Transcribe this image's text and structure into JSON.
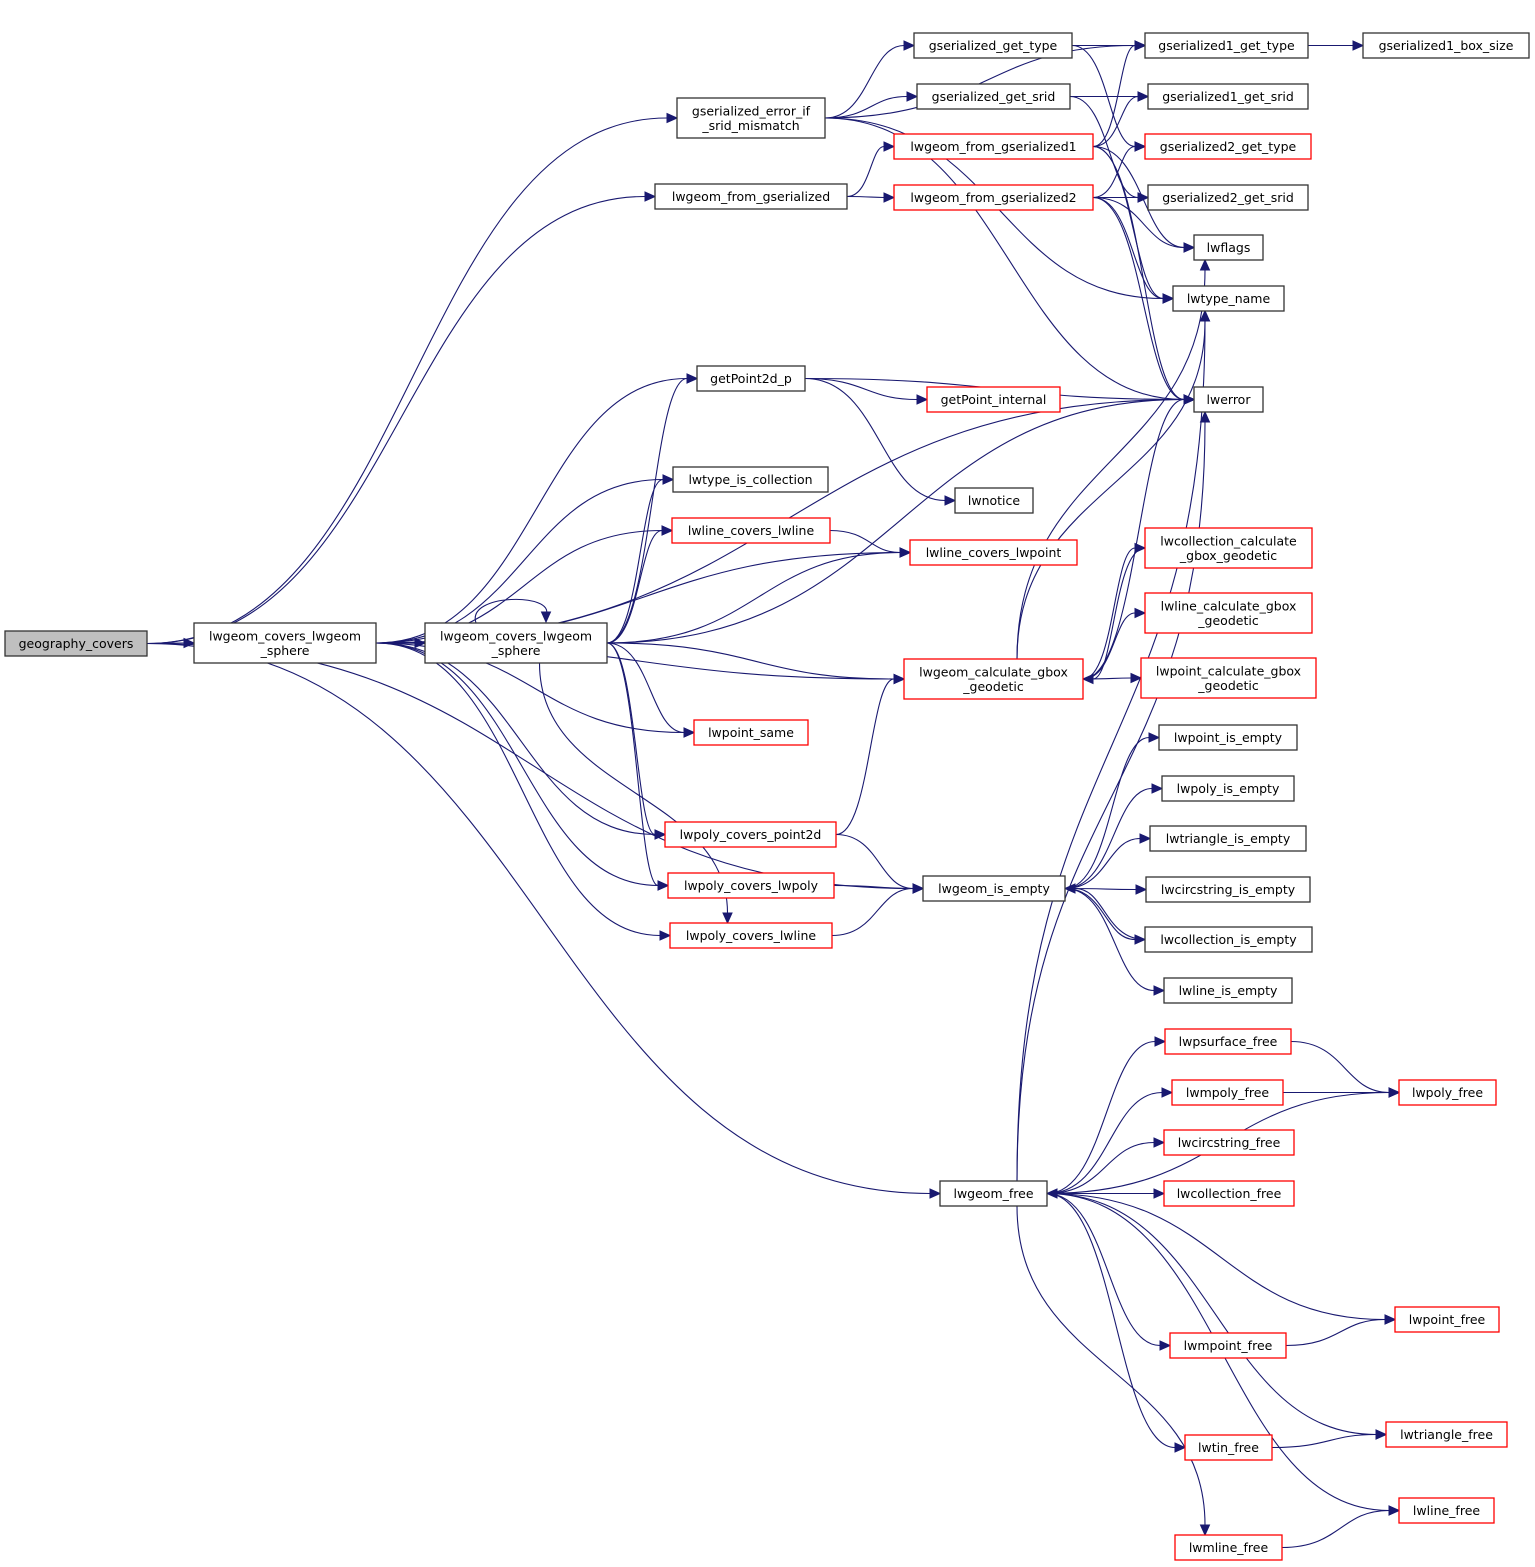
{
  "diagram": {
    "type": "call-graph",
    "title": "geography_covers call graph",
    "colors": {
      "edge": "#191970",
      "node_border_documented": "#000000",
      "node_border_undocumented": "#ff0000",
      "root_fill": "#bfbfbf",
      "node_fill": "#ffffff"
    },
    "nodes": [
      {
        "id": "geography_covers",
        "lines": [
          "geography_covers"
        ],
        "style": "root"
      },
      {
        "id": "lwgeom_covers_lwgeom_sphere_a",
        "lines": [
          "lwgeom_covers_lwgeom",
          "_sphere"
        ],
        "style": "normal"
      },
      {
        "id": "lwgeom_covers_lwgeom_sphere_b",
        "lines": [
          "lwgeom_covers_lwgeom",
          "_sphere"
        ],
        "style": "normal"
      },
      {
        "id": "gserialized_error_if_srid_mismatch",
        "lines": [
          "gserialized_error_if",
          "_srid_mismatch"
        ],
        "style": "normal"
      },
      {
        "id": "lwgeom_from_gserialized",
        "lines": [
          "lwgeom_from_gserialized"
        ],
        "style": "normal"
      },
      {
        "id": "gserialized_get_type",
        "lines": [
          "gserialized_get_type"
        ],
        "style": "normal"
      },
      {
        "id": "gserialized_get_srid",
        "lines": [
          "gserialized_get_srid"
        ],
        "style": "normal"
      },
      {
        "id": "lwgeom_from_gserialized1",
        "lines": [
          "lwgeom_from_gserialized1"
        ],
        "style": "red"
      },
      {
        "id": "lwgeom_from_gserialized2",
        "lines": [
          "lwgeom_from_gserialized2"
        ],
        "style": "red"
      },
      {
        "id": "gserialized1_get_type",
        "lines": [
          "gserialized1_get_type"
        ],
        "style": "normal"
      },
      {
        "id": "gserialized1_box_size",
        "lines": [
          "gserialized1_box_size"
        ],
        "style": "normal"
      },
      {
        "id": "gserialized1_get_srid",
        "lines": [
          "gserialized1_get_srid"
        ],
        "style": "normal"
      },
      {
        "id": "gserialized2_get_type",
        "lines": [
          "gserialized2_get_type"
        ],
        "style": "red"
      },
      {
        "id": "gserialized2_get_srid",
        "lines": [
          "gserialized2_get_srid"
        ],
        "style": "normal"
      },
      {
        "id": "lwflags",
        "lines": [
          "lwflags"
        ],
        "style": "normal"
      },
      {
        "id": "lwtype_name",
        "lines": [
          "lwtype_name"
        ],
        "style": "normal"
      },
      {
        "id": "lwerror",
        "lines": [
          "lwerror"
        ],
        "style": "normal"
      },
      {
        "id": "getPoint2d_p",
        "lines": [
          "getPoint2d_p"
        ],
        "style": "normal"
      },
      {
        "id": "getPoint_internal",
        "lines": [
          "getPoint_internal"
        ],
        "style": "red"
      },
      {
        "id": "lwnotice",
        "lines": [
          "lwnotice"
        ],
        "style": "normal"
      },
      {
        "id": "lwtype_is_collection",
        "lines": [
          "lwtype_is_collection"
        ],
        "style": "normal"
      },
      {
        "id": "lwline_covers_lwline",
        "lines": [
          "lwline_covers_lwline"
        ],
        "style": "red"
      },
      {
        "id": "lwline_covers_lwpoint",
        "lines": [
          "lwline_covers_lwpoint"
        ],
        "style": "red"
      },
      {
        "id": "lwcollection_calculate_gbox_geodetic",
        "lines": [
          "lwcollection_calculate",
          "_gbox_geodetic"
        ],
        "style": "red"
      },
      {
        "id": "lwline_calculate_gbox_geodetic",
        "lines": [
          "lwline_calculate_gbox",
          "_geodetic"
        ],
        "style": "red"
      },
      {
        "id": "lwgeom_calculate_gbox_geodetic",
        "lines": [
          "lwgeom_calculate_gbox",
          "_geodetic"
        ],
        "style": "red"
      },
      {
        "id": "lwpoint_calculate_gbox_geodetic",
        "lines": [
          "lwpoint_calculate_gbox",
          "_geodetic"
        ],
        "style": "red"
      },
      {
        "id": "lwpoint_same",
        "lines": [
          "lwpoint_same"
        ],
        "style": "red"
      },
      {
        "id": "lwpoint_is_empty",
        "lines": [
          "lwpoint_is_empty"
        ],
        "style": "normal"
      },
      {
        "id": "lwpoly_is_empty",
        "lines": [
          "lwpoly_is_empty"
        ],
        "style": "normal"
      },
      {
        "id": "lwpoly_covers_point2d",
        "lines": [
          "lwpoly_covers_point2d"
        ],
        "style": "red"
      },
      {
        "id": "lwtriangle_is_empty",
        "lines": [
          "lwtriangle_is_empty"
        ],
        "style": "normal"
      },
      {
        "id": "lwpoly_covers_lwpoly",
        "lines": [
          "lwpoly_covers_lwpoly"
        ],
        "style": "red"
      },
      {
        "id": "lwgeom_is_empty",
        "lines": [
          "lwgeom_is_empty"
        ],
        "style": "normal"
      },
      {
        "id": "lwcircstring_is_empty",
        "lines": [
          "lwcircstring_is_empty"
        ],
        "style": "normal"
      },
      {
        "id": "lwpoly_covers_lwline",
        "lines": [
          "lwpoly_covers_lwline"
        ],
        "style": "red"
      },
      {
        "id": "lwcollection_is_empty",
        "lines": [
          "lwcollection_is_empty"
        ],
        "style": "normal"
      },
      {
        "id": "lwline_is_empty",
        "lines": [
          "lwline_is_empty"
        ],
        "style": "normal"
      },
      {
        "id": "lwpsurface_free",
        "lines": [
          "lwpsurface_free"
        ],
        "style": "red"
      },
      {
        "id": "lwmpoly_free",
        "lines": [
          "lwmpoly_free"
        ],
        "style": "red"
      },
      {
        "id": "lwpoly_free",
        "lines": [
          "lwpoly_free"
        ],
        "style": "red"
      },
      {
        "id": "lwcircstring_free",
        "lines": [
          "lwcircstring_free"
        ],
        "style": "red"
      },
      {
        "id": "lwgeom_free",
        "lines": [
          "lwgeom_free"
        ],
        "style": "normal"
      },
      {
        "id": "lwcollection_free",
        "lines": [
          "lwcollection_free"
        ],
        "style": "red"
      },
      {
        "id": "lwpoint_free",
        "lines": [
          "lwpoint_free"
        ],
        "style": "red"
      },
      {
        "id": "lwmpoint_free",
        "lines": [
          "lwmpoint_free"
        ],
        "style": "red"
      },
      {
        "id": "lwtriangle_free",
        "lines": [
          "lwtriangle_free"
        ],
        "style": "red"
      },
      {
        "id": "lwtin_free",
        "lines": [
          "lwtin_free"
        ],
        "style": "red"
      },
      {
        "id": "lwline_free",
        "lines": [
          "lwline_free"
        ],
        "style": "red"
      },
      {
        "id": "lwmline_free",
        "lines": [
          "lwmline_free"
        ],
        "style": "red"
      }
    ],
    "edges": [
      [
        "geography_covers",
        "gserialized_error_if_srid_mismatch"
      ],
      [
        "geography_covers",
        "lwgeom_from_gserialized"
      ],
      [
        "geography_covers",
        "lwgeom_covers_lwgeom_sphere_a"
      ],
      [
        "geography_covers",
        "lwgeom_is_empty"
      ],
      [
        "geography_covers",
        "lwgeom_free"
      ],
      [
        "gserialized_error_if_srid_mismatch",
        "gserialized_get_type"
      ],
      [
        "gserialized_error_if_srid_mismatch",
        "gserialized_get_srid"
      ],
      [
        "gserialized_error_if_srid_mismatch",
        "gserialized1_get_type"
      ],
      [
        "gserialized_error_if_srid_mismatch",
        "lwtype_name"
      ],
      [
        "gserialized_error_if_srid_mismatch",
        "lwerror"
      ],
      [
        "gserialized_get_type",
        "gserialized1_get_type"
      ],
      [
        "gserialized_get_type",
        "gserialized2_get_type"
      ],
      [
        "gserialized_get_srid",
        "gserialized1_get_srid"
      ],
      [
        "gserialized_get_srid",
        "gserialized2_get_srid"
      ],
      [
        "gserialized1_get_type",
        "gserialized1_box_size"
      ],
      [
        "lwgeom_from_gserialized",
        "lwgeom_from_gserialized1"
      ],
      [
        "lwgeom_from_gserialized",
        "lwgeom_from_gserialized2"
      ],
      [
        "lwgeom_from_gserialized1",
        "gserialized1_get_type"
      ],
      [
        "lwgeom_from_gserialized1",
        "gserialized1_get_srid"
      ],
      [
        "lwgeom_from_gserialized1",
        "lwflags"
      ],
      [
        "lwgeom_from_gserialized1",
        "lwtype_name"
      ],
      [
        "lwgeom_from_gserialized1",
        "lwerror"
      ],
      [
        "lwgeom_from_gserialized2",
        "gserialized2_get_type"
      ],
      [
        "lwgeom_from_gserialized2",
        "gserialized2_get_srid"
      ],
      [
        "lwgeom_from_gserialized2",
        "lwflags"
      ],
      [
        "lwgeom_from_gserialized2",
        "lwtype_name"
      ],
      [
        "lwgeom_from_gserialized2",
        "lwerror"
      ],
      [
        "lwgeom_covers_lwgeom_sphere_a",
        "lwgeom_covers_lwgeom_sphere_b"
      ],
      [
        "lwgeom_covers_lwgeom_sphere_a",
        "getPoint2d_p"
      ],
      [
        "lwgeom_covers_lwgeom_sphere_a",
        "lwtype_is_collection"
      ],
      [
        "lwgeom_covers_lwgeom_sphere_a",
        "lwline_covers_lwline"
      ],
      [
        "lwgeom_covers_lwgeom_sphere_a",
        "lwline_covers_lwpoint"
      ],
      [
        "lwgeom_covers_lwgeom_sphere_a",
        "lwerror"
      ],
      [
        "lwgeom_covers_lwgeom_sphere_a",
        "lwpoint_same"
      ],
      [
        "lwgeom_covers_lwgeom_sphere_a",
        "lwgeom_calculate_gbox_geodetic"
      ],
      [
        "lwgeom_covers_lwgeom_sphere_a",
        "lwpoly_covers_point2d"
      ],
      [
        "lwgeom_covers_lwgeom_sphere_a",
        "lwpoly_covers_lwpoly"
      ],
      [
        "lwgeom_covers_lwgeom_sphere_a",
        "lwpoly_covers_lwline"
      ],
      [
        "lwgeom_covers_lwgeom_sphere_b",
        "lwgeom_covers_lwgeom_sphere_b"
      ],
      [
        "lwgeom_covers_lwgeom_sphere_b",
        "getPoint2d_p"
      ],
      [
        "lwgeom_covers_lwgeom_sphere_b",
        "lwtype_is_collection"
      ],
      [
        "lwgeom_covers_lwgeom_sphere_b",
        "lwline_covers_lwline"
      ],
      [
        "lwgeom_covers_lwgeom_sphere_b",
        "lwline_covers_lwpoint"
      ],
      [
        "lwgeom_covers_lwgeom_sphere_b",
        "lwerror"
      ],
      [
        "lwgeom_covers_lwgeom_sphere_b",
        "lwgeom_calculate_gbox_geodetic"
      ],
      [
        "lwgeom_covers_lwgeom_sphere_b",
        "lwpoint_same"
      ],
      [
        "lwgeom_covers_lwgeom_sphere_b",
        "lwpoly_covers_point2d"
      ],
      [
        "lwgeom_covers_lwgeom_sphere_b",
        "lwpoly_covers_lwpoly"
      ],
      [
        "lwgeom_covers_lwgeom_sphere_b",
        "lwpoly_covers_lwline"
      ],
      [
        "getPoint2d_p",
        "getPoint_internal"
      ],
      [
        "getPoint2d_p",
        "lwnotice"
      ],
      [
        "getPoint2d_p",
        "lwerror"
      ],
      [
        "lwline_covers_lwline",
        "lwline_covers_lwpoint"
      ],
      [
        "lwgeom_calculate_gbox_geodetic",
        "lwcollection_calculate_gbox_geodetic"
      ],
      [
        "lwgeom_calculate_gbox_geodetic",
        "lwline_calculate_gbox_geodetic"
      ],
      [
        "lwgeom_calculate_gbox_geodetic",
        "lwpoint_calculate_gbox_geodetic"
      ],
      [
        "lwgeom_calculate_gbox_geodetic",
        "lwtype_name"
      ],
      [
        "lwgeom_calculate_gbox_geodetic",
        "lwerror"
      ],
      [
        "lwgeom_calculate_gbox_geodetic",
        "lwflags"
      ],
      [
        "lwcollection_calculate_gbox_geodetic",
        "lwgeom_calculate_gbox_geodetic"
      ],
      [
        "lwpoly_covers_point2d",
        "lwgeom_calculate_gbox_geodetic"
      ],
      [
        "lwpoly_covers_point2d",
        "lwgeom_is_empty"
      ],
      [
        "lwpoly_covers_lwpoly",
        "lwgeom_is_empty"
      ],
      [
        "lwpoly_covers_lwline",
        "lwgeom_is_empty"
      ],
      [
        "lwgeom_is_empty",
        "lwpoint_is_empty"
      ],
      [
        "lwgeom_is_empty",
        "lwpoly_is_empty"
      ],
      [
        "lwgeom_is_empty",
        "lwtriangle_is_empty"
      ],
      [
        "lwgeom_is_empty",
        "lwcircstring_is_empty"
      ],
      [
        "lwgeom_is_empty",
        "lwcollection_is_empty"
      ],
      [
        "lwgeom_is_empty",
        "lwline_is_empty"
      ],
      [
        "lwcollection_is_empty",
        "lwgeom_is_empty"
      ],
      [
        "lwgeom_free",
        "lwpsurface_free"
      ],
      [
        "lwgeom_free",
        "lwmpoly_free"
      ],
      [
        "lwgeom_free",
        "lwcircstring_free"
      ],
      [
        "lwgeom_free",
        "lwcollection_free"
      ],
      [
        "lwgeom_free",
        "lwpoly_free"
      ],
      [
        "lwgeom_free",
        "lwpoint_free"
      ],
      [
        "lwgeom_free",
        "lwmpoint_free"
      ],
      [
        "lwgeom_free",
        "lwtriangle_free"
      ],
      [
        "lwgeom_free",
        "lwtin_free"
      ],
      [
        "lwgeom_free",
        "lwline_free"
      ],
      [
        "lwgeom_free",
        "lwmline_free"
      ],
      [
        "lwgeom_free",
        "lwtype_name"
      ],
      [
        "lwgeom_free",
        "lwerror"
      ],
      [
        "lwcollection_free",
        "lwgeom_free"
      ],
      [
        "lwpsurface_free",
        "lwpoly_free"
      ],
      [
        "lwmpoly_free",
        "lwpoly_free"
      ],
      [
        "lwmpoint_free",
        "lwpoint_free"
      ],
      [
        "lwtin_free",
        "lwtriangle_free"
      ],
      [
        "lwmline_free",
        "lwline_free"
      ]
    ]
  }
}
